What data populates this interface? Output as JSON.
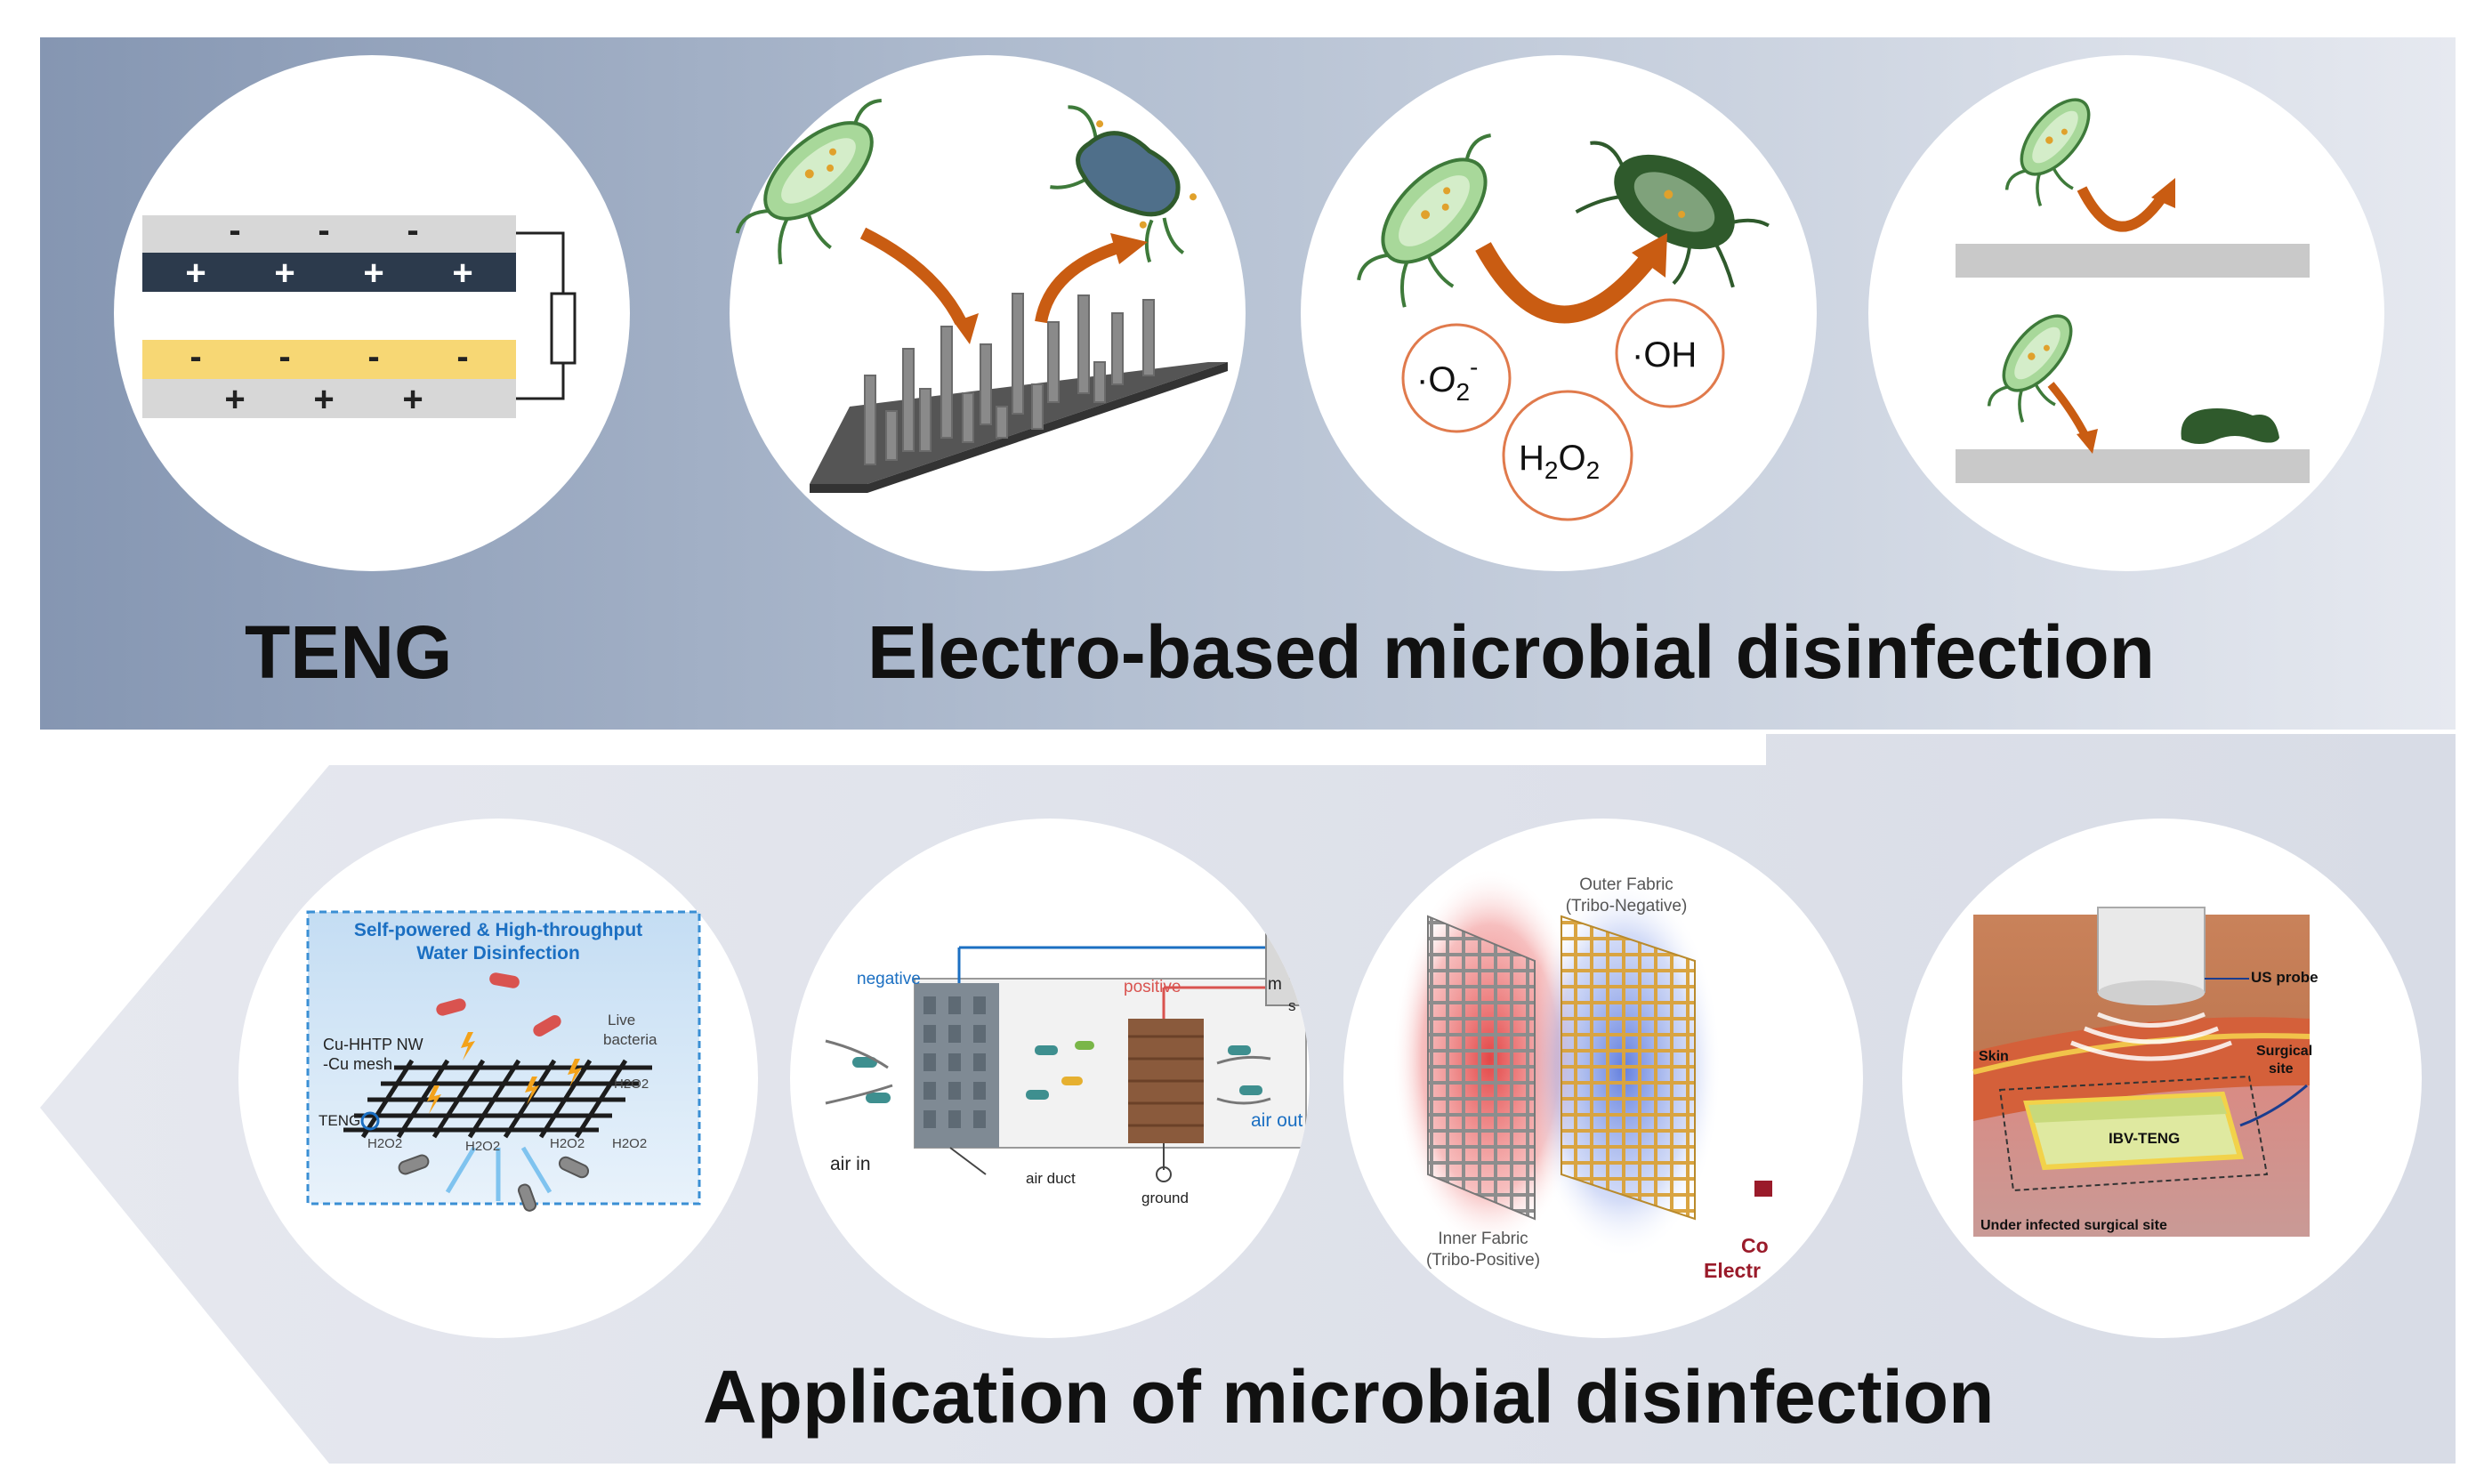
{
  "top_panel": {
    "teng_title": "TENG",
    "electro_title": "Electro-based microbial disinfection",
    "teng_diagram": {
      "upper_negatives": [
        "-",
        "-",
        "-"
      ],
      "upper_positives": [
        "+",
        "+",
        "+",
        "+"
      ],
      "lower_negatives": [
        "-",
        "-",
        "-",
        "-"
      ],
      "lower_positives": [
        "+",
        "+",
        "+"
      ]
    },
    "ros": {
      "superoxide": "·O",
      "superoxide_sub": "2",
      "superoxide_sup": "-",
      "hydroxyl": "·OH",
      "peroxide_h": "H",
      "peroxide_sub1": "2",
      "peroxide_o": "O",
      "peroxide_sub2": "2"
    }
  },
  "bottom_panel": {
    "title": "Application of microbial disinfection",
    "water": {
      "title_line1": "Self-powered & High-throughput",
      "title_line2": "Water Disinfection",
      "mesh_line1": "Cu-HHTP NW",
      "mesh_line2": "-Cu mesh",
      "live_line1": "Live",
      "live_line2": "bacteria",
      "teng": "TENG",
      "h2o2": "H2O2"
    },
    "air": {
      "negative": "negative",
      "positive": "positive",
      "air_in": "air in",
      "air_duct": "air duct",
      "ground": "ground",
      "air_out": "air out",
      "cut_a": "m",
      "cut_b": "s"
    },
    "fabric": {
      "outer_line1": "Outer Fabric",
      "outer_line2": "(Tribo-Negative)",
      "inner_line1": "Inner Fabric",
      "inner_line2": "(Tribo-Positive)",
      "cut_line1": "Co",
      "cut_line2": "Electr"
    },
    "surgical": {
      "us_probe": "US probe",
      "skin": "Skin",
      "surgical_line1": "Surgical",
      "surgical_line2": "site",
      "device": "IBV-TENG",
      "under": "Under infected surgical site"
    }
  },
  "colors": {
    "top_band_left": "#8798b4",
    "top_band_right": "#e3e7ef",
    "bottom_band": "#dee1ea",
    "electrode_dark": "#2c3a4c",
    "electrode_yellow": "#f7d774",
    "bacteria_green": "#a8d89a",
    "dead_bacteria": "#2f5a2c",
    "arrow_orange": "#c95c12",
    "ros_circle": "#e07a4c"
  }
}
